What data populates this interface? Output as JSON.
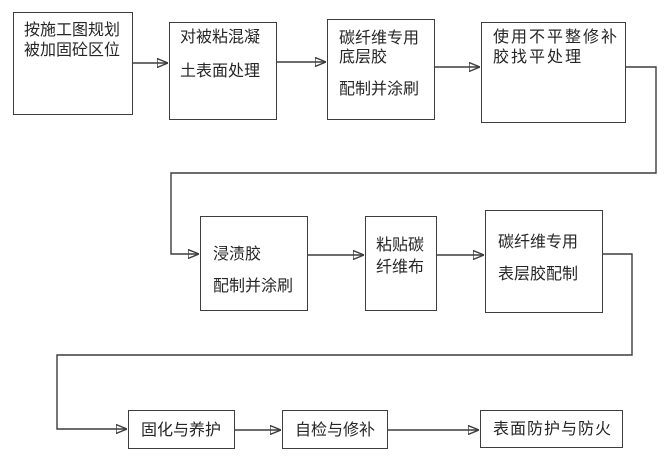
{
  "canvas": {
    "background_color": "#ffffff",
    "line_color": "#3d3d3d",
    "text_color": "#262626"
  },
  "steps": [
    {
      "id": "plan-reinforce-area",
      "lines": [
        "按施工图规划",
        "被加固砼区位"
      ]
    },
    {
      "id": "concrete-surface-treatment",
      "lines": [
        "对被粘混凝",
        "土表面处理"
      ]
    },
    {
      "id": "primer-adhesive",
      "lines": [
        "碳纤维专用",
        "底层胶",
        "配制并涂刷"
      ]
    },
    {
      "id": "leveling-repair",
      "lines": [
        "使用不平整修补",
        "胶找平处理"
      ]
    },
    {
      "id": "impregnation-adhesive",
      "lines": [
        "浸渍胶",
        "配制并涂刷"
      ]
    },
    {
      "id": "paste-carbon-fiber-cloth",
      "lines": [
        "粘贴碳",
        "纤维布"
      ]
    },
    {
      "id": "top-coat-adhesive",
      "lines": [
        "碳纤维专用",
        "表层胶配制"
      ]
    },
    {
      "id": "curing-maintenance",
      "lines": [
        "固化与养护"
      ]
    },
    {
      "id": "self-check-repair",
      "lines": [
        "自检与修补"
      ]
    },
    {
      "id": "surface-protection-fireproof",
      "lines": [
        "表面防护与防火"
      ]
    }
  ]
}
